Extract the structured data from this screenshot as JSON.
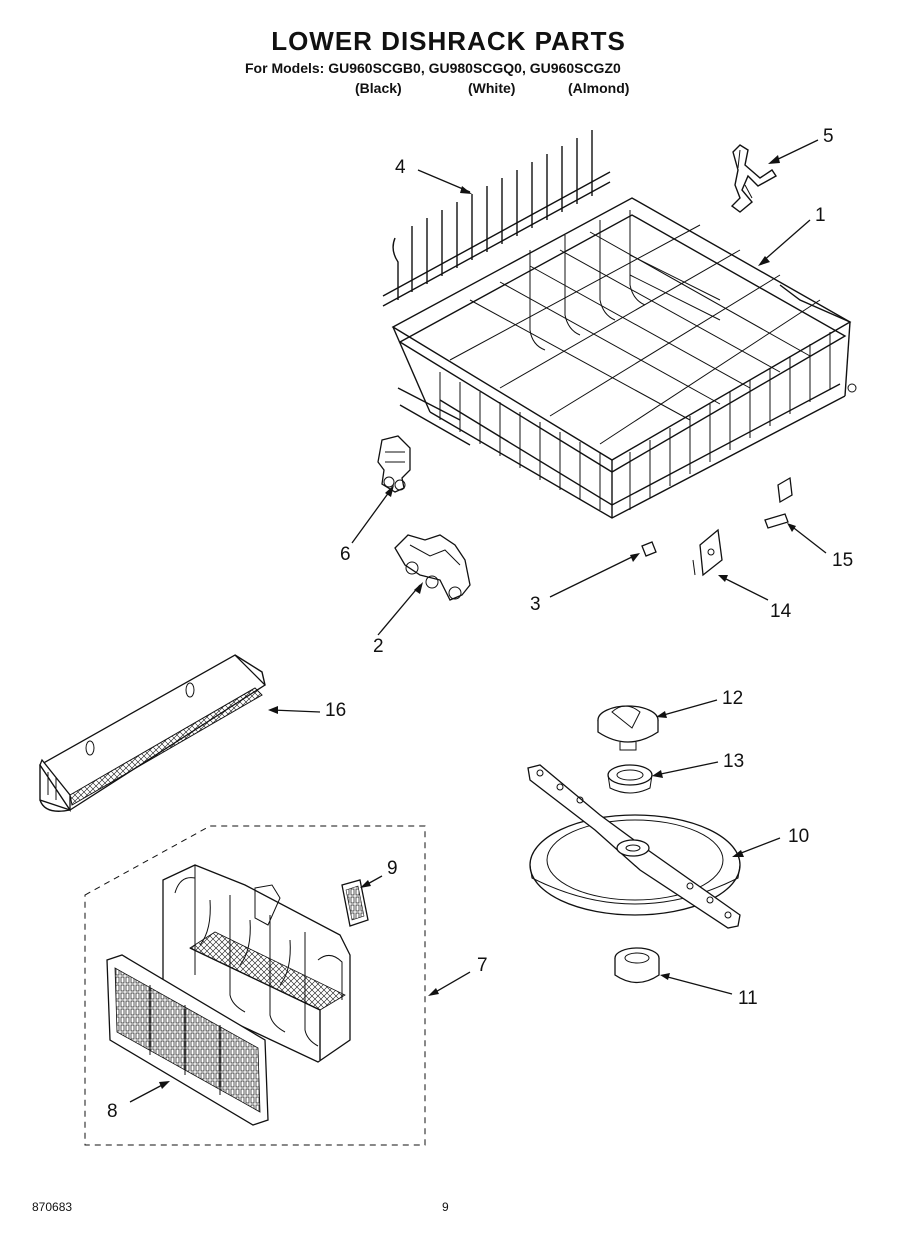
{
  "header": {
    "title": "LOWER DISHRACK PARTS",
    "models_line": "For Models: GU960SCGB0, GU980SCGQ0, GU960SCGZ0",
    "colors": [
      "(Black)",
      "(White)",
      "(Almond)"
    ]
  },
  "callouts": [
    "1",
    "2",
    "3",
    "4",
    "5",
    "6",
    "7",
    "8",
    "9",
    "10",
    "11",
    "12",
    "13",
    "14",
    "15",
    "16"
  ],
  "footer": {
    "doc_number": "870683",
    "page_number": "9"
  }
}
